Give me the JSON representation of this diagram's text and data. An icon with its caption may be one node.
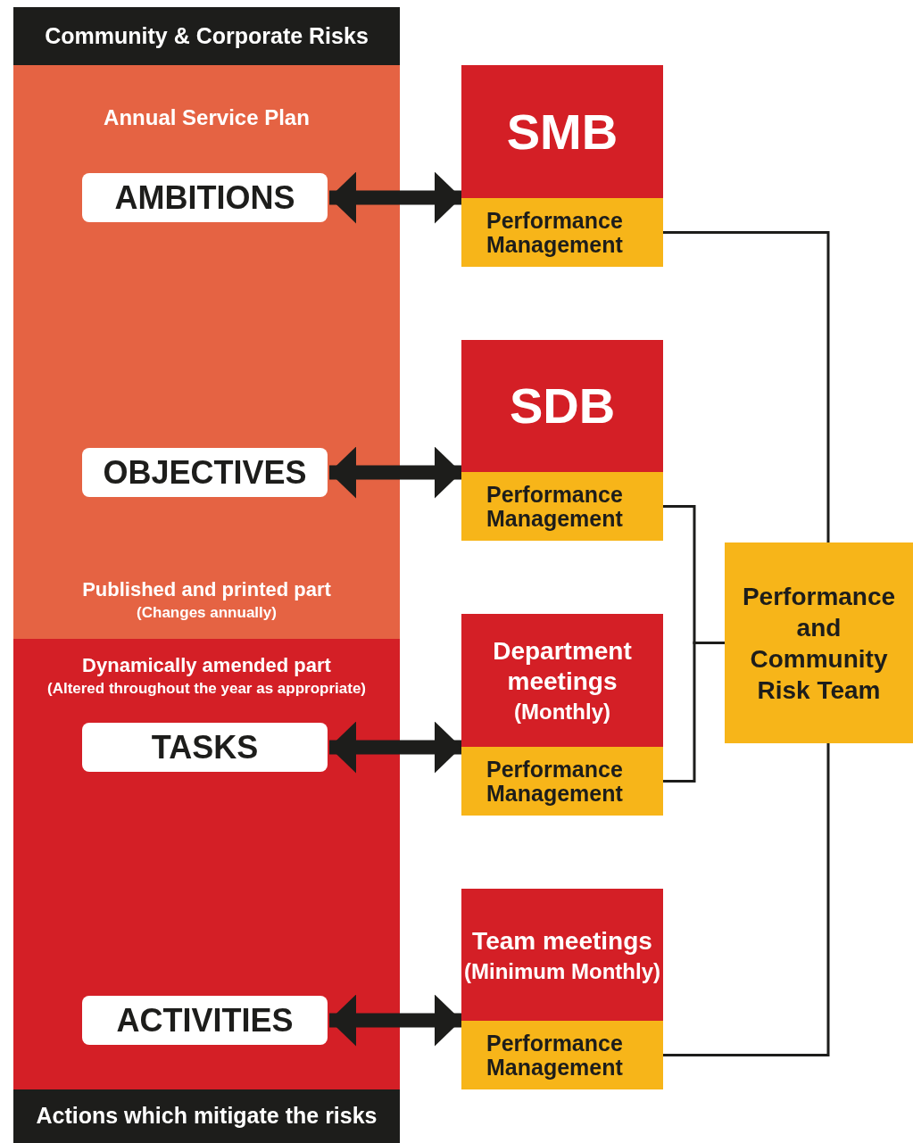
{
  "diagram": {
    "nodes": [
      {
        "text": [
          "Community & Corporate Risks"
        ]
      },
      {
        "text": [
          "Annual Service Plan",
          "Published and printed part",
          "(Changes annually)"
        ]
      },
      {
        "text": [
          "AMBITIONS"
        ],
        "in": 1
      },
      {
        "text": [
          "OBJECTIVES"
        ],
        "in": 1
      },
      {
        "text": [
          "Dynamically amended part",
          "(Altered throughout the year as appropriate)"
        ]
      },
      {
        "text": [
          "TASKS"
        ],
        "in": 4
      },
      {
        "text": [
          "ACTIVITIES"
        ],
        "in": 4
      },
      {
        "text": [
          "Actions which mitigate the risks"
        ]
      },
      {
        "text": [
          "SMB"
        ]
      },
      {
        "text": [
          "Performance Management"
        ]
      },
      {
        "text": [
          "SDB"
        ]
      },
      {
        "text": [
          "Performance Management"
        ]
      },
      {
        "text": [
          "Department meetings",
          "(Monthly)"
        ]
      },
      {
        "text": [
          "Performance Management"
        ]
      },
      {
        "text": [
          "Team meetings",
          "(Minimum Monthly)"
        ]
      },
      {
        "text": [
          "Performance Management"
        ]
      },
      {
        "text": [
          "Performance and Community Risk Team"
        ]
      }
    ],
    "edges": [
      {
        "from": 2,
        "to": 8,
        "arrow": "both",
        "style": "thick"
      },
      {
        "from": 3,
        "to": 10,
        "arrow": "both",
        "style": "thick"
      },
      {
        "from": 5,
        "to": 12,
        "arrow": "both",
        "style": "thick"
      },
      {
        "from": 6,
        "to": 14,
        "arrow": "both",
        "style": "thick"
      },
      {
        "from": 9,
        "to": 16,
        "arrow": "none"
      },
      {
        "from": 11,
        "to": 16,
        "arrow": "none"
      },
      {
        "from": 13,
        "to": 16,
        "arrow": "none"
      },
      {
        "from": 15,
        "to": 16,
        "arrow": "none"
      }
    ]
  }
}
